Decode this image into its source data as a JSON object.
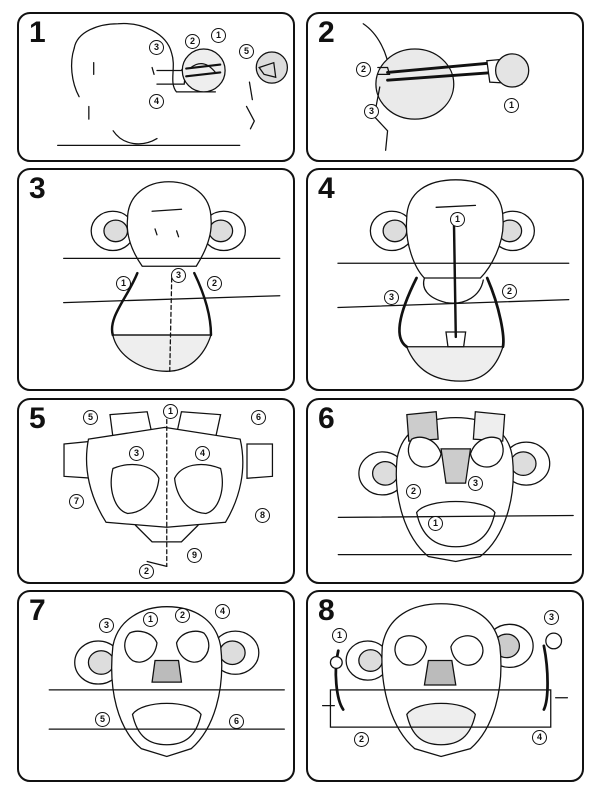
{
  "steps": [
    {
      "number": "1",
      "markers": [
        "1",
        "2",
        "3",
        "4",
        "5"
      ]
    },
    {
      "number": "2",
      "markers": [
        "1",
        "2",
        "3"
      ]
    },
    {
      "number": "3",
      "markers": [
        "1",
        "2",
        "3"
      ]
    },
    {
      "number": "4",
      "markers": [
        "1",
        "2",
        "3"
      ]
    },
    {
      "number": "5",
      "markers": [
        "1",
        "2",
        "3",
        "4",
        "5",
        "6",
        "7",
        "8",
        "9"
      ]
    },
    {
      "number": "6",
      "markers": [
        "1",
        "2",
        "3"
      ]
    },
    {
      "number": "7",
      "markers": [
        "1",
        "2",
        "3",
        "4",
        "5",
        "6"
      ]
    },
    {
      "number": "8",
      "markers": [
        "1",
        "2",
        "3",
        "4"
      ]
    }
  ]
}
